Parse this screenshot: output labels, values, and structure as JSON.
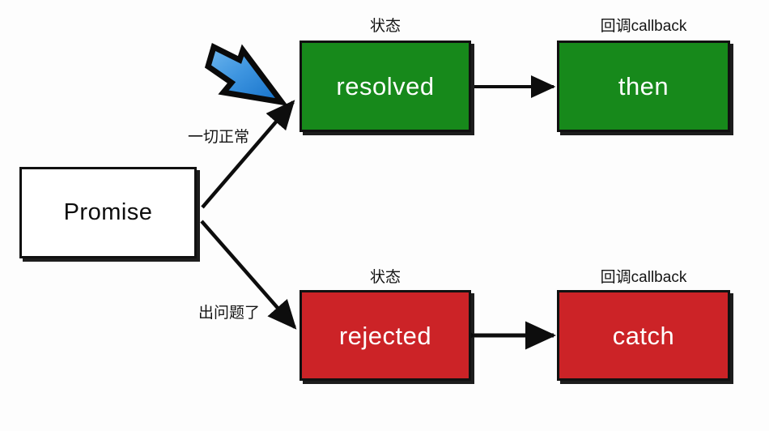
{
  "diagram": {
    "title": "Promise states and callbacks flow",
    "colors": {
      "resolved_green": "#17891b",
      "rejected_red": "#cc2327",
      "outline_black": "#111111",
      "pointer_blue_light": "#55a8e8",
      "pointer_blue_dark": "#1470c8",
      "background": "#fdfdfd"
    },
    "captions": {
      "state_top": "状态",
      "state_bottom": "状态",
      "callback_top": "回调callback",
      "callback_bottom": "回调callback"
    },
    "nodes": {
      "promise": "Promise",
      "resolved": "resolved",
      "rejected": "rejected",
      "then": "then",
      "catch": "catch"
    },
    "edges": {
      "success_label": "一切正常",
      "failure_label": "出问题了"
    },
    "pointer": {
      "name": "blue-pointer-arrow",
      "points_to": "resolved"
    }
  }
}
